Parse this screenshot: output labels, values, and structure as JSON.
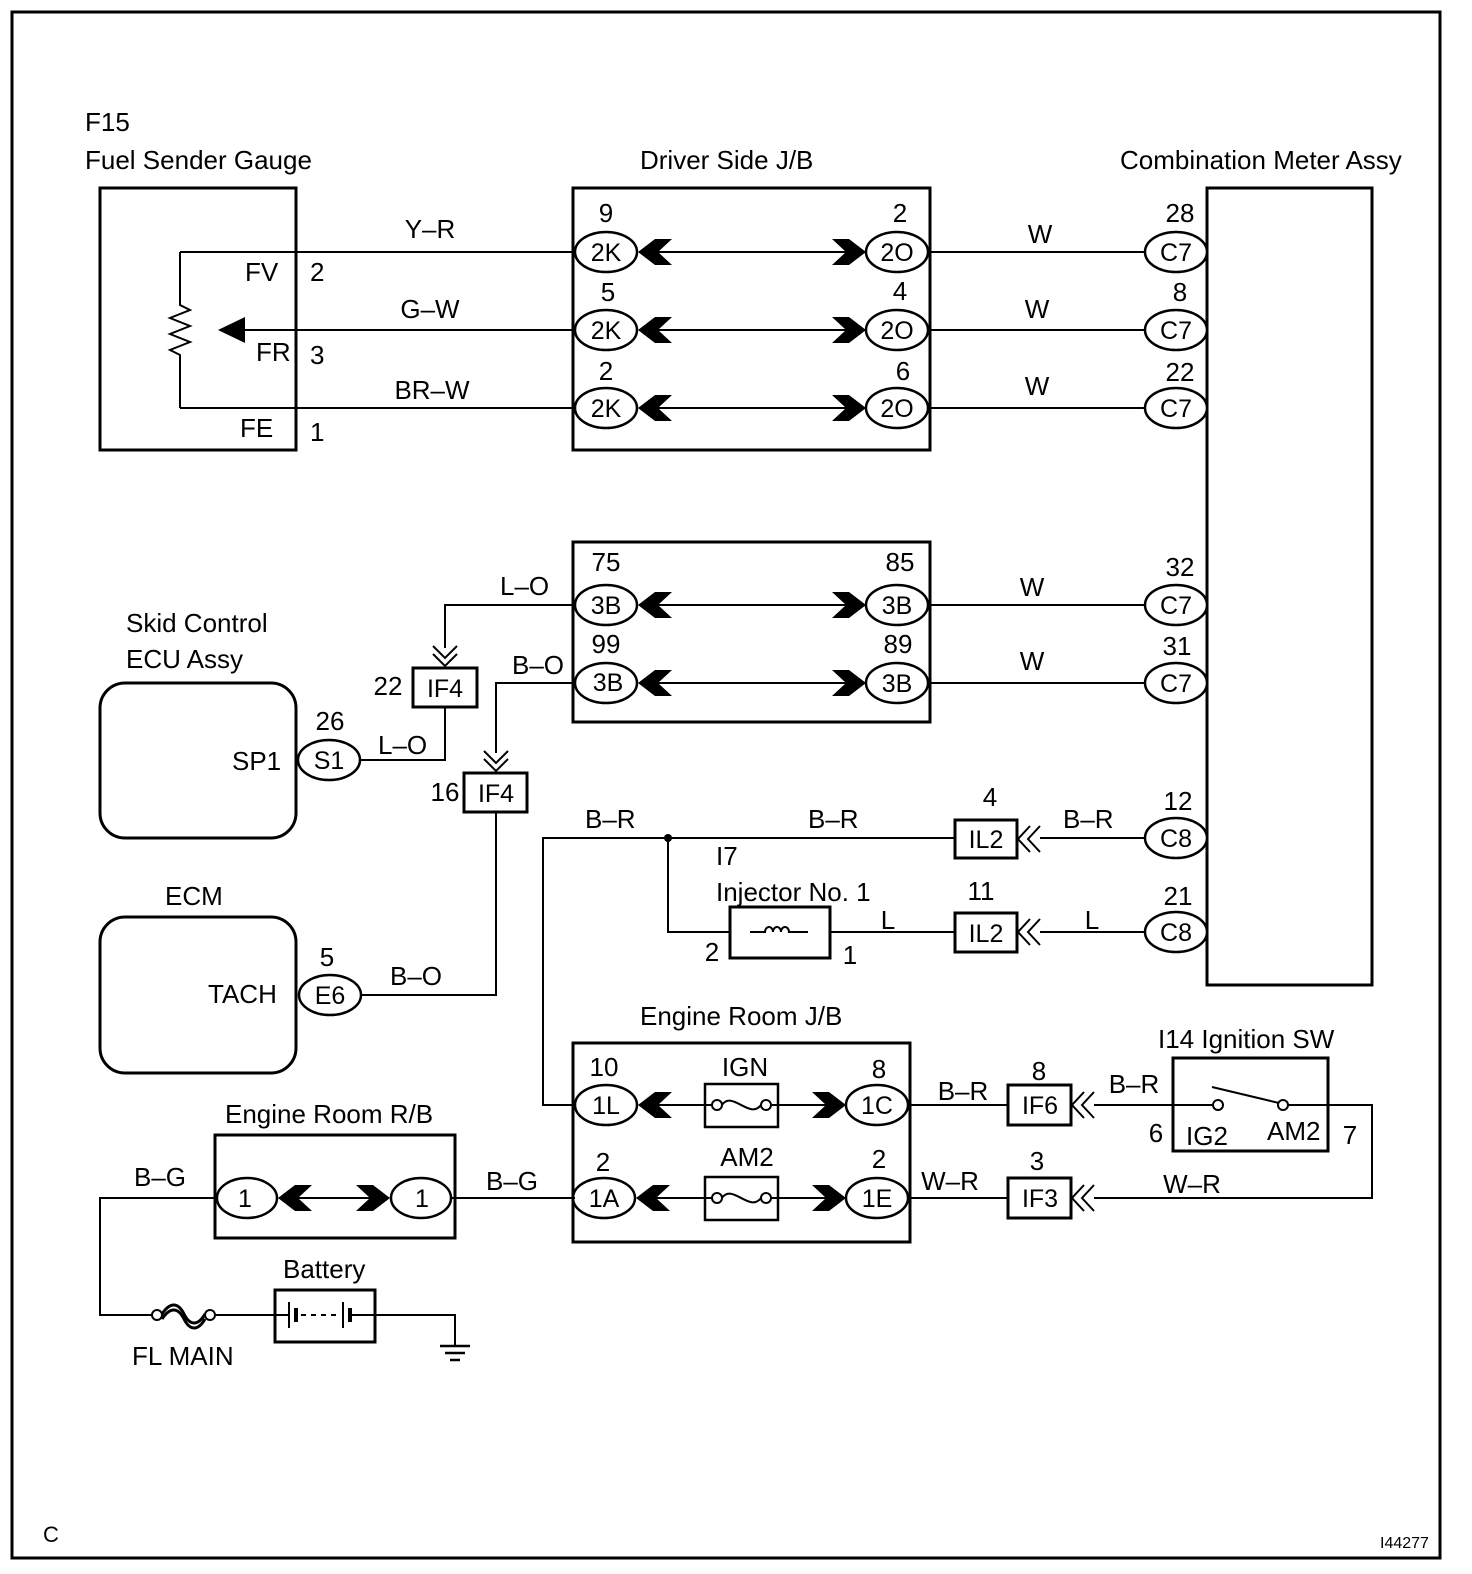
{
  "fuel_sender_gauge": {
    "code": "F15",
    "name": "Fuel Sender Gauge",
    "terminals": [
      {
        "name": "FV",
        "pin": "2"
      },
      {
        "name": "FR",
        "pin": "3"
      },
      {
        "name": "FE",
        "pin": "1"
      }
    ]
  },
  "driver_side_jb": {
    "name": "Driver Side J/B",
    "rows": [
      {
        "left": {
          "connector": "2K",
          "pin": "9"
        },
        "right": {
          "connector": "2O",
          "pin": "2"
        }
      },
      {
        "left": {
          "connector": "2K",
          "pin": "5"
        },
        "right": {
          "connector": "2O",
          "pin": "4"
        }
      },
      {
        "left": {
          "connector": "2K",
          "pin": "2"
        },
        "right": {
          "connector": "2O",
          "pin": "6"
        }
      }
    ]
  },
  "junction_block_3b": {
    "rows": [
      {
        "left": {
          "connector": "3B",
          "pin": "75"
        },
        "right": {
          "connector": "3B",
          "pin": "85"
        }
      },
      {
        "left": {
          "connector": "3B",
          "pin": "99"
        },
        "right": {
          "connector": "3B",
          "pin": "89"
        }
      }
    ]
  },
  "combination_meter": {
    "name": "Combination Meter Assy",
    "terminals": [
      {
        "connector": "C7",
        "pin": "28"
      },
      {
        "connector": "C7",
        "pin": "8"
      },
      {
        "connector": "C7",
        "pin": "22"
      },
      {
        "connector": "C7",
        "pin": "32"
      },
      {
        "connector": "C7",
        "pin": "31"
      },
      {
        "connector": "C8",
        "pin": "12"
      },
      {
        "connector": "C8",
        "pin": "21"
      }
    ]
  },
  "skid_control_ecu": {
    "name_line1": "Skid Control",
    "name_line2": "ECU Assy",
    "terminal": "SP1",
    "connector": "S1",
    "pin": "26"
  },
  "ecm": {
    "name": "ECM",
    "terminal": "TACH",
    "connector": "E6",
    "pin": "5"
  },
  "junction_connectors": {
    "if4_upper": {
      "connector": "IF4",
      "pin": "22"
    },
    "if4_lower": {
      "connector": "IF4",
      "pin": "16"
    },
    "il2_upper": {
      "connector": "IL2",
      "pin": "4"
    },
    "il2_lower": {
      "connector": "IL2",
      "pin": "11"
    },
    "if6": {
      "connector": "IF6",
      "pin": "8"
    },
    "if3": {
      "connector": "IF3",
      "pin": "3"
    }
  },
  "injector": {
    "code": "I7",
    "name": "Injector No. 1",
    "pin_left": "2",
    "pin_right": "1"
  },
  "engine_room_jb": {
    "name": "Engine Room J/B",
    "rows": [
      {
        "left": {
          "connector": "1L",
          "pin": "10"
        },
        "fuse": "IGN",
        "right": {
          "connector": "1C",
          "pin": "8"
        }
      },
      {
        "left": {
          "connector": "1A",
          "pin": "2"
        },
        "fuse": "AM2",
        "right": {
          "connector": "1E",
          "pin": "2"
        }
      }
    ]
  },
  "ignition_switch": {
    "name": "I14 Ignition SW",
    "terminals": [
      {
        "name": "IG2",
        "pin": "6"
      },
      {
        "name": "AM2",
        "pin": "7"
      }
    ]
  },
  "engine_room_rb": {
    "name": "Engine Room R/B",
    "left_connector": "1",
    "right_connector": "1"
  },
  "battery": {
    "name": "Battery"
  },
  "fusible_link": {
    "name": "FL MAIN"
  },
  "wires": {
    "fv": "Y–R",
    "fr": "G–W",
    "fe": "BR–W",
    "meter_c7": [
      "W",
      "W",
      "W",
      "W",
      "W"
    ],
    "lo_jb": "L–O",
    "lo_ecu": "L–O",
    "bo_jb": "B–O",
    "bo_ecm": "B–O",
    "br_jb": "B–R",
    "br_injector": "B–R",
    "br_meter": "B–R",
    "l_injector": "L",
    "l_meter": "L",
    "br_if6_in": "B–R",
    "br_if6_out": "B–R",
    "wr_if3_in": "W–R",
    "wr_if3_out": "W–R",
    "bg_fl": "B–G",
    "bg_rb": "B–G"
  },
  "footer": {
    "corner_mark": "C",
    "figure_id": "I44277"
  }
}
